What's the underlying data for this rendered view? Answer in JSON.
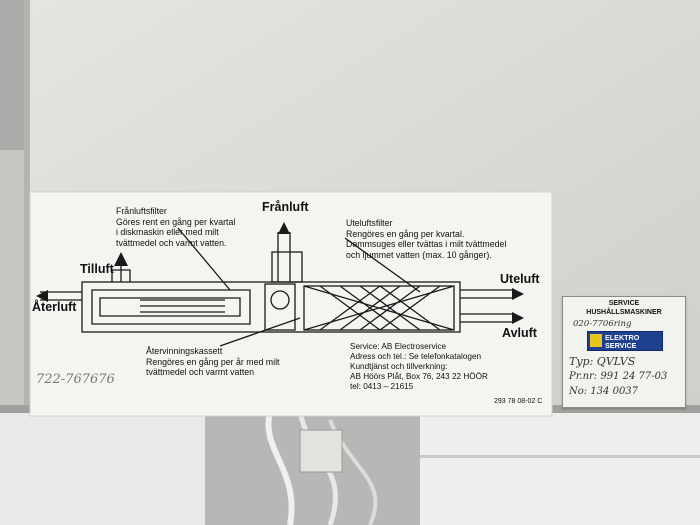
{
  "label": {
    "flow_names": {
      "franluft": "Frånluft",
      "tilluft": "Tilluft",
      "aterluft": "Återluft",
      "uteluft": "Uteluft",
      "avluft": "Avluft"
    },
    "franluftsfilter": {
      "title": "Frånluftsfilter",
      "line1": "Göres rent en gång per kvartal",
      "line2": "i diskmaskin eller med milt",
      "line3": "tvättmedel och varmt vatten."
    },
    "uteluftsfilter": {
      "title": "Uteluftsfilter",
      "line1": "Rengöres en gång per kvartal.",
      "line2": "Dammsuges eller tvättas i milt tvättmedel",
      "line3": "och ljummet vatten (max. 10 gånger)."
    },
    "atervinningskassett": {
      "title": "Återvinningskassett",
      "line1": "Rengöres en gång per år med milt",
      "line2": "tvättmedel och varmt vatten"
    },
    "service": {
      "line1": "Service: AB Electroservice",
      "line2": "Adress och tel.: Se telefonkatalogen",
      "line3": "Kundtjänst och tillverkning:",
      "line4": "AB Höörs Plåt, Box 76, 243 22 HÖÖR",
      "line5": "tel: 0413 – 21615"
    },
    "part_number": "293 78 08-02 C",
    "handwritten": "722-767676"
  },
  "sticker": {
    "line1": "SERVICE",
    "line2": "HUSHÅLLSMASKINER",
    "phone": "020-7706ring",
    "brand_line1": "ELEKTRO",
    "brand_line2": "SERVICE",
    "typ": "Typ: QVLVS",
    "prnr": "Pr.nr: 991 24 77-03",
    "no": "No: 134 0037"
  },
  "colors": {
    "label_bg": "#f4f4f1",
    "cabinet": "#dcdcd8",
    "wall": "#bfc1be",
    "ink": "#1a1a1a",
    "brand_blue": "#1f3f8f",
    "brand_yellow": "#e8c31a"
  }
}
